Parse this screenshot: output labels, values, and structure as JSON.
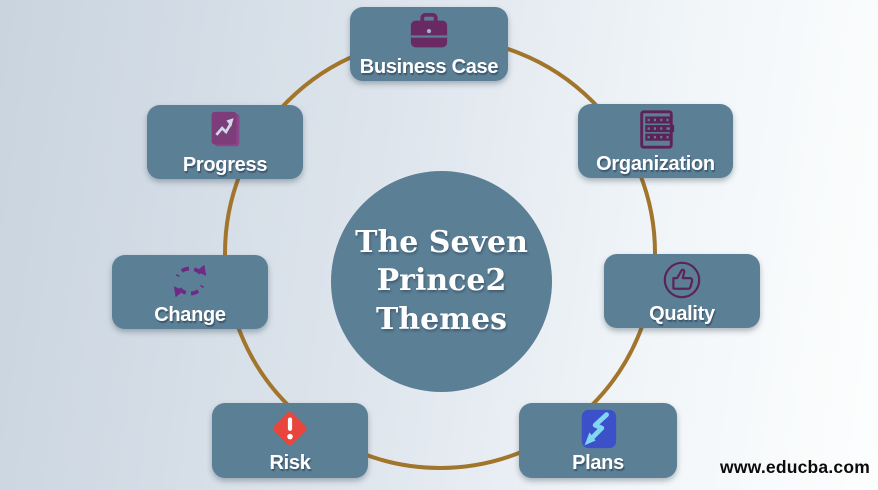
{
  "title": {
    "lines": [
      "The Seven",
      "Prince2",
      "Themes"
    ]
  },
  "themes": [
    {
      "label": "Business Case",
      "icon": "briefcase-icon"
    },
    {
      "label": "Organization",
      "icon": "grid-icon"
    },
    {
      "label": "Quality",
      "icon": "thumbs-up-icon"
    },
    {
      "label": "Plans",
      "icon": "lightning-arrow-icon"
    },
    {
      "label": "Risk",
      "icon": "warning-diamond-icon"
    },
    {
      "label": "Change",
      "icon": "refresh-arrows-icon"
    },
    {
      "label": "Progress",
      "icon": "chart-page-icon"
    }
  ],
  "watermark": {
    "text": "www.educba.com"
  },
  "colors": {
    "card_bg": "#5b7f95",
    "ring": "#a1752b",
    "background_left": "#c9d4df",
    "background_right": "#fdfefe",
    "icon_purple": "#692a63",
    "icon_purple_outline": "#5d2356",
    "change_purple": "#6f2a85",
    "progress_purple": "#7d3d7b",
    "risk_red": "#e8463d",
    "plans_blue": "#3c50c9",
    "plans_bolt": "#7fd7f2",
    "label_text": "#ffffff",
    "title_text": "#ffffff",
    "watermark_text": "#0b0b0b"
  }
}
